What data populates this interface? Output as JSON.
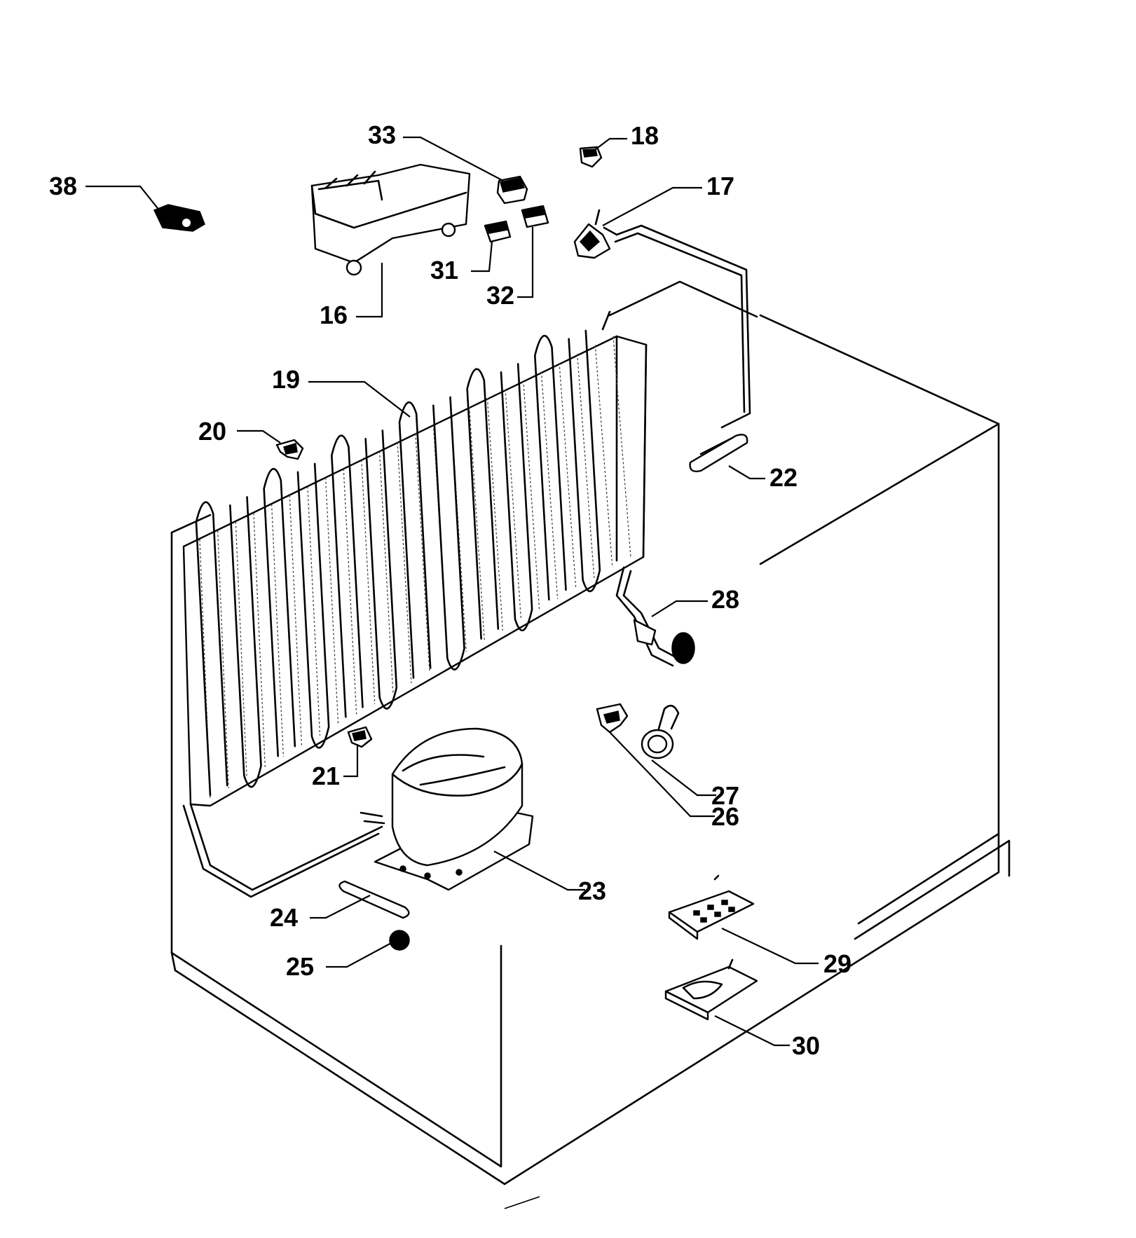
{
  "diagram": {
    "type": "exploded-parts-diagram",
    "labels": [
      {
        "id": "38",
        "text": "38"
      },
      {
        "id": "33",
        "text": "33"
      },
      {
        "id": "18",
        "text": "18"
      },
      {
        "id": "17",
        "text": "17"
      },
      {
        "id": "31",
        "text": "31"
      },
      {
        "id": "32",
        "text": "32"
      },
      {
        "id": "16",
        "text": "16"
      },
      {
        "id": "19",
        "text": "19"
      },
      {
        "id": "20",
        "text": "20"
      },
      {
        "id": "22",
        "text": "22"
      },
      {
        "id": "28",
        "text": "28"
      },
      {
        "id": "21",
        "text": "21"
      },
      {
        "id": "27",
        "text": "27"
      },
      {
        "id": "26",
        "text": "26"
      },
      {
        "id": "23",
        "text": "23"
      },
      {
        "id": "24",
        "text": "24"
      },
      {
        "id": "25",
        "text": "25"
      },
      {
        "id": "29",
        "text": "29"
      },
      {
        "id": "30",
        "text": "30"
      }
    ]
  }
}
